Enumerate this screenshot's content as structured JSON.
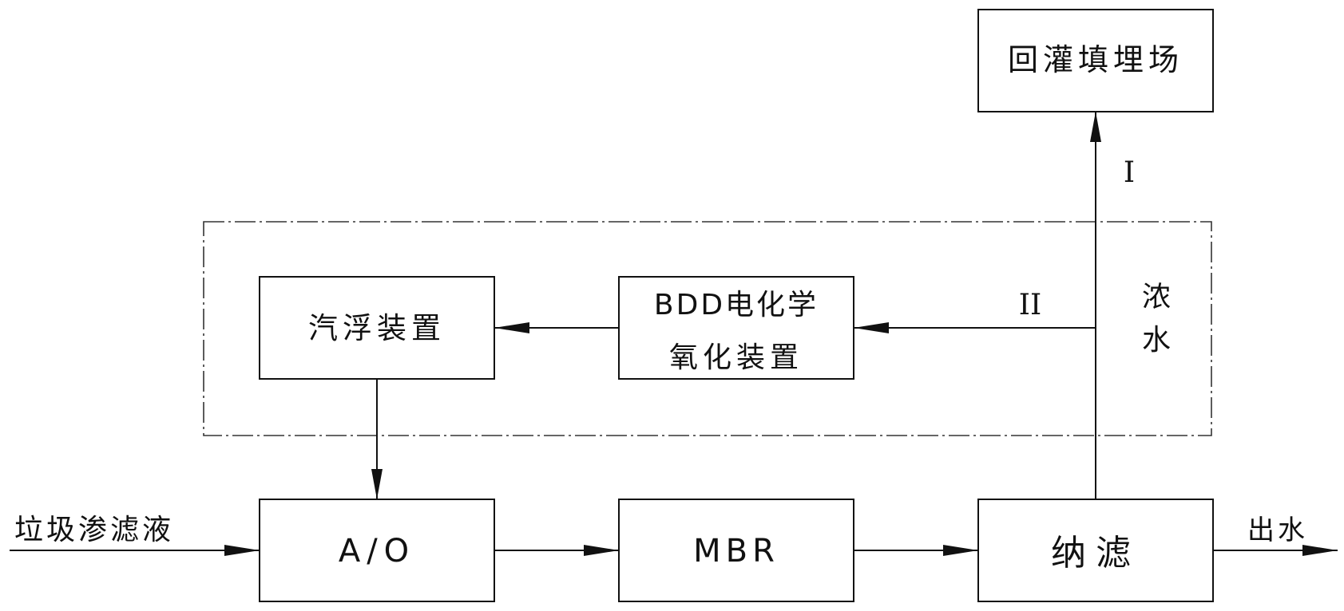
{
  "nodes": {
    "landfill": "回灌填埋场",
    "flotation": "汽浮装置",
    "bdd_line1": "BDD电化学",
    "bdd_line2": "氧化装置",
    "ao": "A/O",
    "mbr": "MBR",
    "nanofiltration": "纳滤"
  },
  "labels": {
    "input": "垃圾渗滤液",
    "output": "出水",
    "route_one": "I",
    "route_two": "II",
    "concentrate_line1": "浓",
    "concentrate_line2": "水"
  }
}
